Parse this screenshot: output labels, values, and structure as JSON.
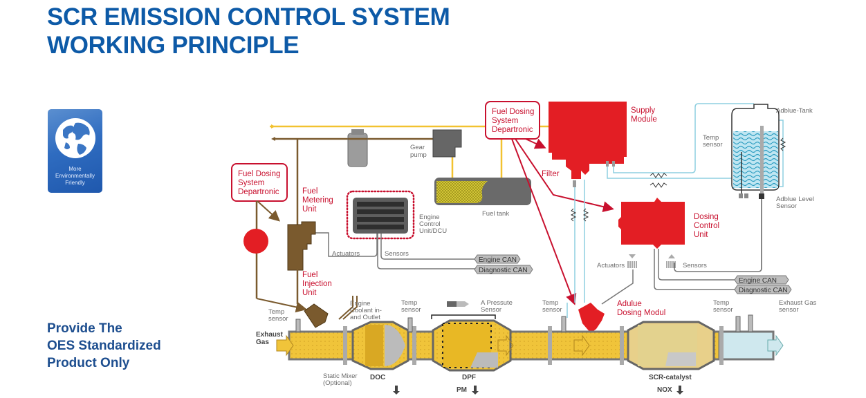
{
  "title": {
    "line1": "SCR EMISSION CONTROL SYSTEM",
    "line2": "WORKING PRINCIPLE"
  },
  "badge": {
    "icon": "globe-icon",
    "lines": [
      "More",
      "Environmentally",
      "Friendly"
    ]
  },
  "tagline": {
    "lines": [
      "Provide The",
      "OES Standardized",
      "Product Only"
    ]
  },
  "colors": {
    "title_blue": "#0d5aa7",
    "accent_red": "#e31e24",
    "fuel_yellow": "#f2c230",
    "brown": "#7a5a2e",
    "adblue_cyan": "#8ecfe0"
  },
  "diagram": {
    "callouts": {
      "fuel_dosing_left": [
        "Fuel Dosing",
        "System",
        "Departronic"
      ],
      "fuel_dosing_top": [
        "Fuel Dosing",
        "System",
        "Departronic"
      ]
    },
    "red_labels": {
      "fuel_metering_unit": [
        "Fuel",
        "Metering",
        "Unit"
      ],
      "fuel_injection_unit": [
        "Fuel",
        "Injection",
        "Unit"
      ],
      "supply_module": [
        "Supply",
        "Module"
      ],
      "filter": "Filter",
      "dosing_control_unit": [
        "Dosing",
        "Control",
        "Unit"
      ],
      "adblue_dosing_module": [
        "Adulue",
        "Dosing Modul"
      ]
    },
    "gray_labels": {
      "gear_pump": [
        "Gear",
        "pump"
      ],
      "fuel_tank": "Fuel tank",
      "ecu": [
        "Engine",
        "Control",
        "Unit/DCU"
      ],
      "actuators_left": "Actuators",
      "sensors_left": "Sensors",
      "actuators_right": "Actuators",
      "sensors_right": "Sensors",
      "adblue_tank": "Adblue-Tank",
      "temp_sensor_tank": [
        "Temp",
        "sensor"
      ],
      "adblue_level_sensor": [
        "Adblue Level",
        "Sensor"
      ],
      "temp_sensor_1": [
        "Temp",
        "sensor"
      ],
      "engine_coolant": [
        "Engine",
        "Coolant in-",
        "and Outlet"
      ],
      "temp_sensor_2": [
        "Temp",
        "sensor"
      ],
      "pressure_sensor": [
        "A Pressute",
        "Sensor"
      ],
      "temp_sensor_3": [
        "Temp",
        "sensor"
      ],
      "temp_sensor_4": [
        "Temp",
        "sensor"
      ],
      "exhaust_gas_sensor": [
        "Exhaust Gas",
        "sensor"
      ],
      "static_mixer": [
        "Static Mixer",
        "(Optional)"
      ]
    },
    "can_tags": {
      "left": [
        "Engine CAN",
        "Diagnostic CAN"
      ],
      "right": [
        "Engine CAN",
        "Diagnostic CAN"
      ]
    },
    "exhaust_labels": {
      "exhaust_gas": [
        "Exhaust",
        "Gas"
      ],
      "doc": "DOC",
      "dpf": "DPF",
      "scr": "SCR-catalyst",
      "pm": "PM",
      "nox": "NOX"
    }
  }
}
